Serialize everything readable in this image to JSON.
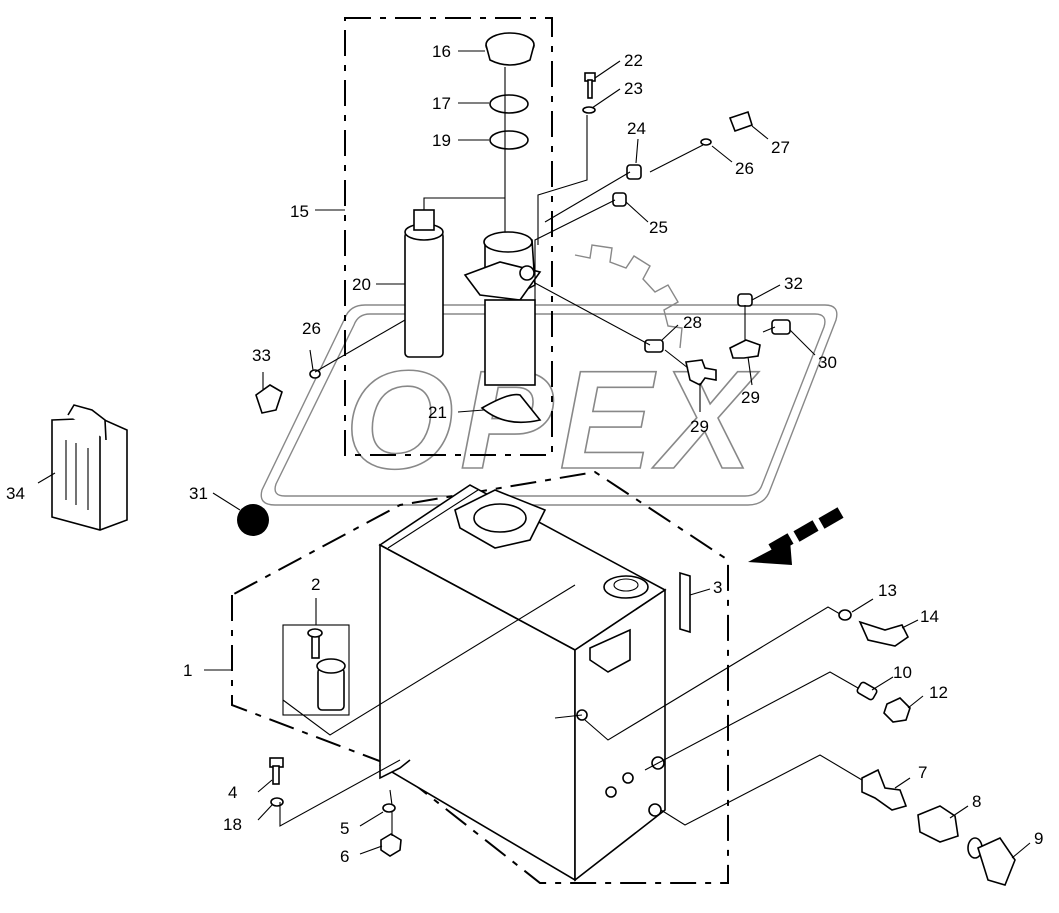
{
  "watermark": "OPEX",
  "callouts": [
    {
      "id": "c1",
      "text": "1"
    },
    {
      "id": "c2",
      "text": "2"
    },
    {
      "id": "c3",
      "text": "3"
    },
    {
      "id": "c4",
      "text": "4"
    },
    {
      "id": "c5",
      "text": "5"
    },
    {
      "id": "c6",
      "text": "6"
    },
    {
      "id": "c7",
      "text": "7"
    },
    {
      "id": "c8",
      "text": "8"
    },
    {
      "id": "c9",
      "text": "9"
    },
    {
      "id": "c10",
      "text": "10"
    },
    {
      "id": "c12",
      "text": "12"
    },
    {
      "id": "c13",
      "text": "13"
    },
    {
      "id": "c14",
      "text": "14"
    },
    {
      "id": "c15",
      "text": "15"
    },
    {
      "id": "c16",
      "text": "16"
    },
    {
      "id": "c17",
      "text": "17"
    },
    {
      "id": "c18",
      "text": "18"
    },
    {
      "id": "c19",
      "text": "19"
    },
    {
      "id": "c20",
      "text": "20"
    },
    {
      "id": "c21",
      "text": "21"
    },
    {
      "id": "c22",
      "text": "22"
    },
    {
      "id": "c23",
      "text": "23"
    },
    {
      "id": "c24",
      "text": "24"
    },
    {
      "id": "c25",
      "text": "25"
    },
    {
      "id": "c26a",
      "text": "26"
    },
    {
      "id": "c26b",
      "text": "26"
    },
    {
      "id": "c27",
      "text": "27"
    },
    {
      "id": "c28",
      "text": "28"
    },
    {
      "id": "c29a",
      "text": "29"
    },
    {
      "id": "c29b",
      "text": "29"
    },
    {
      "id": "c30",
      "text": "30"
    },
    {
      "id": "c31",
      "text": "31"
    },
    {
      "id": "c32",
      "text": "32"
    },
    {
      "id": "c33",
      "text": "33"
    },
    {
      "id": "c34",
      "text": "34"
    }
  ]
}
